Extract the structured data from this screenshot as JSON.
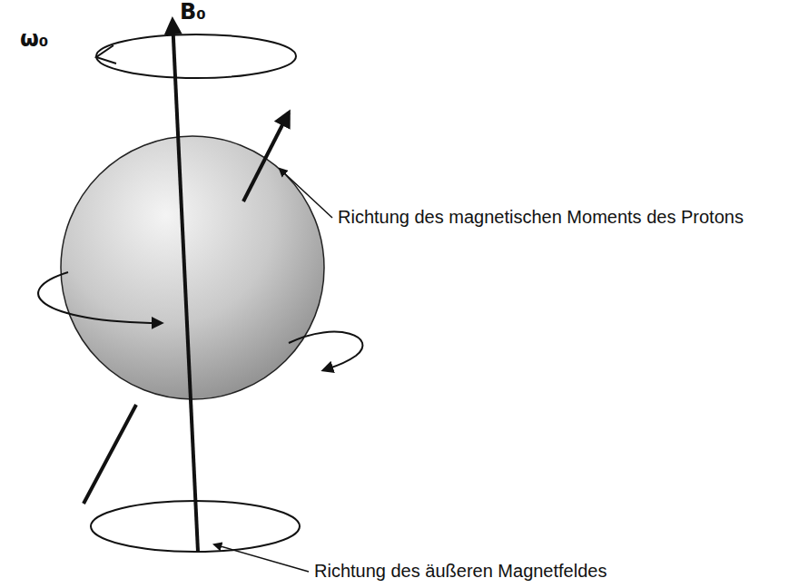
{
  "diagram": {
    "labels": [
      "B₀",
      "ω₀",
      "Richtung des magnetischen Moments des Protons",
      "Richtung des äußeren Magnetfeldes"
    ]
  }
}
